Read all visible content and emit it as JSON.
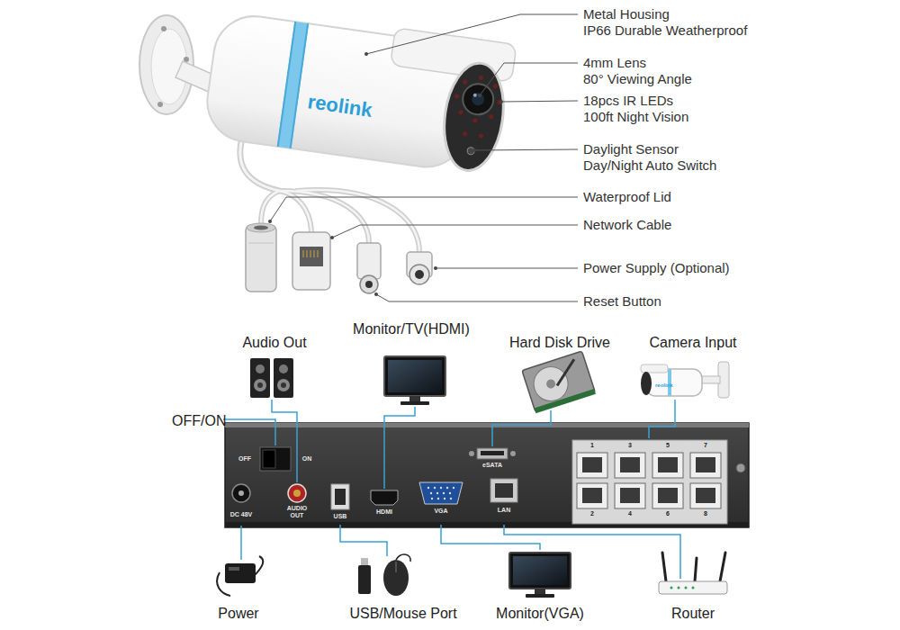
{
  "diagram": {
    "nodes": [
      {
        "text": [
          "OFF",
          "ON",
          "DC 48V",
          "AUDIO OUT",
          "USB",
          "HDMI",
          "VGA",
          "eSATA",
          "LAN",
          "1",
          "3",
          "5",
          "7",
          "2",
          "4",
          "6",
          "8"
        ]
      }
    ],
    "labels": [
      "reolink",
      "Metal Housing",
      "IP66 Durable Weatherproof",
      "4mm Lens",
      "80° Viewing Angle",
      "18pcs IR LEDs",
      "100ft Night Vision",
      "Daylight Sensor",
      "Day/Night Auto Switch",
      "Waterproof Lid",
      "Network Cable",
      "Power Supply (Optional)",
      "Reset Button",
      "Audio Out",
      "Monitor/TV(HDMI)",
      "Hard Disk Drive",
      "Camera Input",
      "reolink",
      "OFF/ON",
      "Power",
      "USB/Mouse Port",
      "Monitor(VGA)",
      "Router"
    ]
  }
}
